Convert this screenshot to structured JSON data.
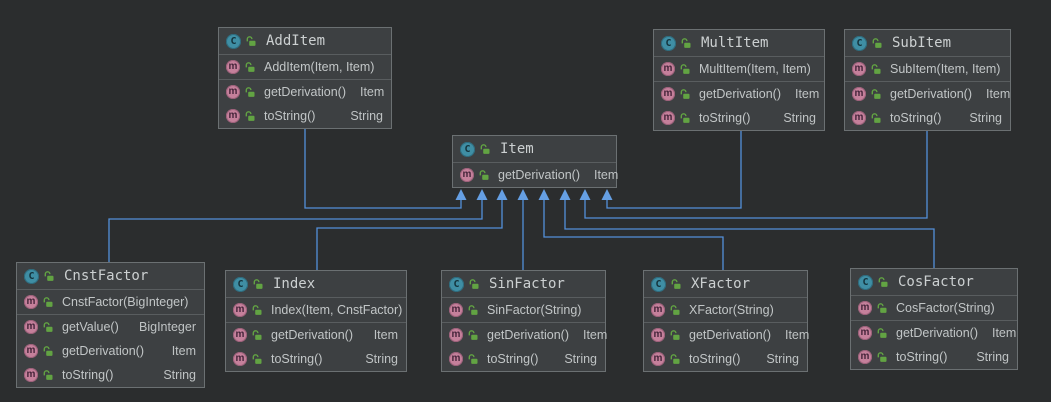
{
  "diagram": {
    "background_color": "#2b2d2e",
    "node_fill_color": "#3d4042",
    "node_border_color": "#6b7072",
    "edge_color": "#5390d9",
    "class_icon_glyph": "C",
    "class_icon_color": "#3f8ea4",
    "method_icon_glyph": "m",
    "method_icon_color": "#c5809b",
    "visibility_icon_color": "#62a343"
  },
  "classes": [
    {
      "name": "AddItem",
      "sections": [
        [
          {
            "label": "AddItem(Item, Item)",
            "type": ""
          }
        ],
        [
          {
            "label": "getDerivation()",
            "type": "Item"
          },
          {
            "label": "toString()",
            "type": "String"
          }
        ]
      ]
    },
    {
      "name": "MultItem",
      "sections": [
        [
          {
            "label": "MultItem(Item, Item)",
            "type": ""
          }
        ],
        [
          {
            "label": "getDerivation()",
            "type": "Item"
          },
          {
            "label": "toString()",
            "type": "String"
          }
        ]
      ]
    },
    {
      "name": "SubItem",
      "sections": [
        [
          {
            "label": "SubItem(Item, Item)",
            "type": ""
          }
        ],
        [
          {
            "label": "getDerivation()",
            "type": "Item"
          },
          {
            "label": "toString()",
            "type": "String"
          }
        ]
      ]
    },
    {
      "name": "Item",
      "sections": [
        [
          {
            "label": "getDerivation()",
            "type": "Item"
          }
        ]
      ]
    },
    {
      "name": "CnstFactor",
      "sections": [
        [
          {
            "label": "CnstFactor(BigInteger)",
            "type": ""
          }
        ],
        [
          {
            "label": "getValue()",
            "type": "BigInteger"
          },
          {
            "label": "getDerivation()",
            "type": "Item"
          },
          {
            "label": "toString()",
            "type": "String"
          }
        ]
      ]
    },
    {
      "name": "Index",
      "sections": [
        [
          {
            "label": "Index(Item, CnstFactor)",
            "type": ""
          }
        ],
        [
          {
            "label": "getDerivation()",
            "type": "Item"
          },
          {
            "label": "toString()",
            "type": "String"
          }
        ]
      ]
    },
    {
      "name": "SinFactor",
      "sections": [
        [
          {
            "label": "SinFactor(String)",
            "type": ""
          }
        ],
        [
          {
            "label": "getDerivation()",
            "type": "Item"
          },
          {
            "label": "toString()",
            "type": "String"
          }
        ]
      ]
    },
    {
      "name": "XFactor",
      "sections": [
        [
          {
            "label": "XFactor(String)",
            "type": ""
          }
        ],
        [
          {
            "label": "getDerivation()",
            "type": "Item"
          },
          {
            "label": "toString()",
            "type": "String"
          }
        ]
      ]
    },
    {
      "name": "CosFactor",
      "sections": [
        [
          {
            "label": "CosFactor(String)",
            "type": ""
          }
        ],
        [
          {
            "label": "getDerivation()",
            "type": "Item"
          },
          {
            "label": "toString()",
            "type": "String"
          }
        ]
      ]
    }
  ],
  "relationships": [
    {
      "from": "AddItem",
      "to": "Item"
    },
    {
      "from": "MultItem",
      "to": "Item"
    },
    {
      "from": "SubItem",
      "to": "Item"
    },
    {
      "from": "CnstFactor",
      "to": "Item"
    },
    {
      "from": "Index",
      "to": "Item"
    },
    {
      "from": "SinFactor",
      "to": "Item"
    },
    {
      "from": "XFactor",
      "to": "Item"
    },
    {
      "from": "CosFactor",
      "to": "Item"
    }
  ]
}
